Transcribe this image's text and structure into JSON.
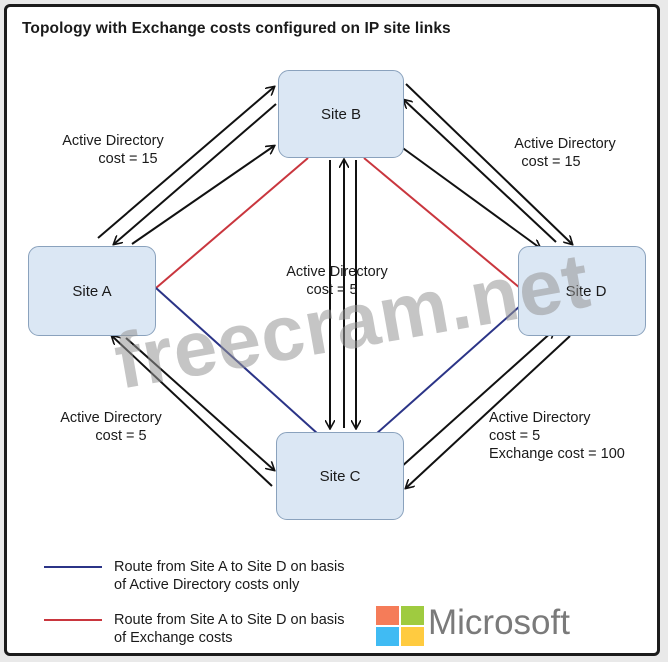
{
  "title": "Topology with Exchange costs configured on IP site links",
  "sites": {
    "a": "Site A",
    "b": "Site B",
    "c": "Site C",
    "d": "Site D"
  },
  "links": {
    "ab": [
      "Active Directory",
      "cost = 15"
    ],
    "bd": [
      "Active Directory",
      "cost = 15"
    ],
    "bc": [
      "Active Directory",
      "cost = 5"
    ],
    "ac": [
      "Active Directory",
      "cost = 5"
    ],
    "cd": [
      "Active Directory",
      "cost = 5",
      "Exchange cost = 100"
    ]
  },
  "legend": [
    {
      "color": "#2b3487",
      "lines": [
        "Route from Site A to Site D on basis",
        "of Active Directory costs only"
      ]
    },
    {
      "color": "#c9363e",
      "lines": [
        "Route from Site A to Site D on basis",
        "of Exchange costs"
      ]
    }
  ],
  "watermark": "freecram.net",
  "brand": "Microsoft",
  "colors": {
    "ad_route": "#2b3487",
    "exchange_route": "#c9363e",
    "node_fill": "#dbe7f4",
    "ms_red": "#f25022",
    "ms_green": "#7fba00",
    "ms_blue": "#00a4ef",
    "ms_yellow": "#ffb900"
  }
}
